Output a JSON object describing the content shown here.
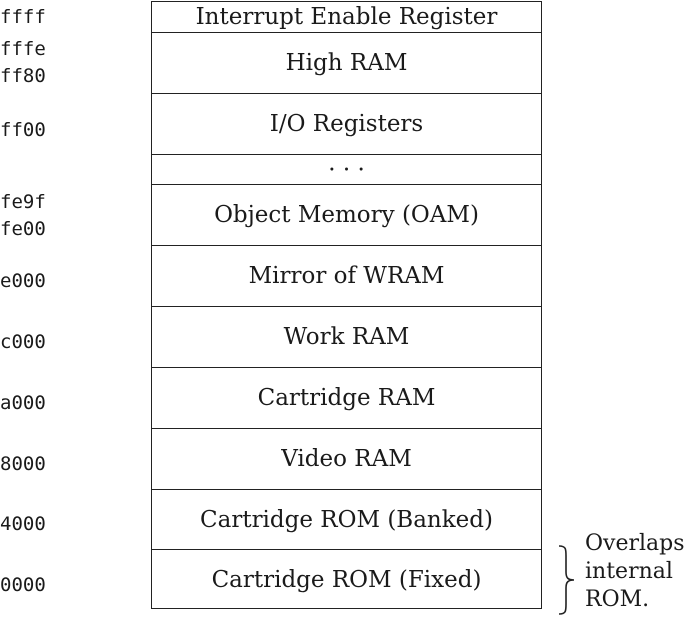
{
  "memory_map": {
    "regions": [
      {
        "label": "Interrupt Enable Register"
      },
      {
        "label": "High RAM"
      },
      {
        "label": "I/O Registers"
      },
      {
        "label": "· · ·"
      },
      {
        "label": "Object Memory (OAM)"
      },
      {
        "label": "Mirror of WRAM"
      },
      {
        "label": "Work RAM"
      },
      {
        "label": "Cartridge RAM"
      },
      {
        "label": "Video RAM"
      },
      {
        "label": "Cartridge ROM (Banked)"
      },
      {
        "label": "Cartridge ROM (Fixed)"
      }
    ],
    "addresses": [
      {
        "text": "ffff"
      },
      {
        "text": "fffe"
      },
      {
        "text": "ff80"
      },
      {
        "text": "ff00"
      },
      {
        "text": "fe9f"
      },
      {
        "text": "fe00"
      },
      {
        "text": "e000"
      },
      {
        "text": "c000"
      },
      {
        "text": "a000"
      },
      {
        "text": "8000"
      },
      {
        "text": "4000"
      },
      {
        "text": "0000"
      }
    ]
  },
  "annotation": {
    "lines": [
      "Overlaps",
      "internal",
      "ROM."
    ]
  }
}
